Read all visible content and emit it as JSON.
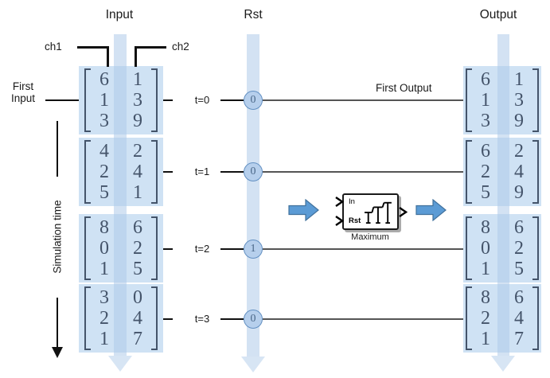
{
  "headers": {
    "input": "Input",
    "rst": "Rst",
    "output": "Output"
  },
  "channels": {
    "ch1": "ch1",
    "ch2": "ch2"
  },
  "labels": {
    "first_input_line1": "First",
    "first_input_line2": "Input",
    "first_output": "First Output",
    "simulation_time": "Simulation time"
  },
  "block": {
    "label": "Maximum",
    "port_in": "In",
    "port_rst": "Rst"
  },
  "rows": [
    {
      "t": "t=0",
      "rst": "0",
      "input": [
        [
          6,
          1
        ],
        [
          1,
          3
        ],
        [
          3,
          9
        ]
      ],
      "output": [
        [
          6,
          1
        ],
        [
          1,
          3
        ],
        [
          3,
          9
        ]
      ]
    },
    {
      "t": "t=1",
      "rst": "0",
      "input": [
        [
          4,
          2
        ],
        [
          2,
          4
        ],
        [
          5,
          1
        ]
      ],
      "output": [
        [
          6,
          2
        ],
        [
          2,
          4
        ],
        [
          5,
          9
        ]
      ]
    },
    {
      "t": "t=2",
      "rst": "1",
      "input": [
        [
          8,
          6
        ],
        [
          0,
          2
        ],
        [
          1,
          5
        ]
      ],
      "output": [
        [
          8,
          6
        ],
        [
          0,
          2
        ],
        [
          1,
          5
        ]
      ]
    },
    {
      "t": "t=3",
      "rst": "0",
      "input": [
        [
          3,
          0
        ],
        [
          2,
          4
        ],
        [
          1,
          7
        ]
      ],
      "output": [
        [
          8,
          6
        ],
        [
          2,
          4
        ],
        [
          1,
          7
        ]
      ]
    }
  ],
  "colors": {
    "band": "#cfe2f4",
    "matrix_bg": "#cfe2f4",
    "digit": "#44546a",
    "circle_fill": "#b6cfec",
    "circle_border": "#6390c2",
    "arrow_fill": "#5b9bd5",
    "arrow_border": "#41719c"
  }
}
